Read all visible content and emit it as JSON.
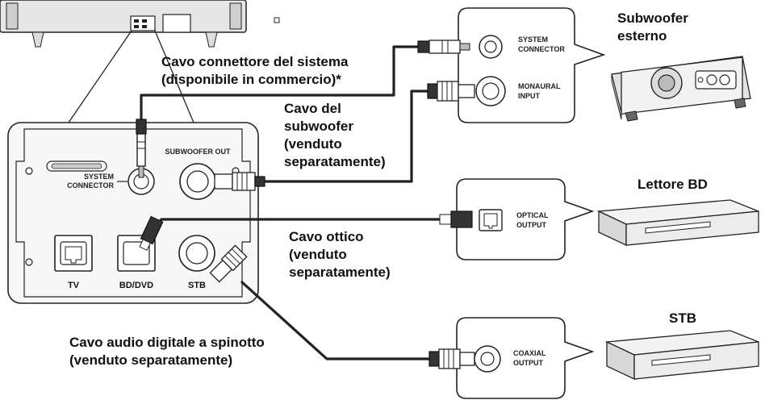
{
  "main_unit": {
    "ports": {
      "system_connector": [
        "SYSTEM",
        "CONNECTOR"
      ],
      "subwoofer_out": "SUBWOOFER OUT",
      "tv": "TV",
      "bd_dvd": "BD/DVD",
      "stb": "STB"
    }
  },
  "cables": {
    "system_connector_cable": [
      "Cavo connettore del sistema",
      "(disponibile in commercio)*"
    ],
    "subwoofer_cable": [
      "Cavo del",
      "subwoofer",
      "(venduto",
      "separatamente)"
    ],
    "optical_cable": [
      "Cavo ottico",
      "(venduto",
      "separatamente)"
    ],
    "coaxial_cable": [
      "Cavo audio digitale a spinotto",
      "(venduto separatamente)"
    ]
  },
  "devices": {
    "subwoofer": {
      "title": [
        "Subwoofer",
        "esterno"
      ],
      "inputs": {
        "system_connector": [
          "SYSTEM",
          "CONNECTOR"
        ],
        "monaural_input": [
          "MONAURAL",
          "INPUT"
        ]
      }
    },
    "bd_player": {
      "title": "Lettore BD",
      "output": [
        "OPTICAL",
        "OUTPUT"
      ]
    },
    "stb": {
      "title": "STB",
      "output": [
        "COAXIAL",
        "OUTPUT"
      ]
    }
  }
}
